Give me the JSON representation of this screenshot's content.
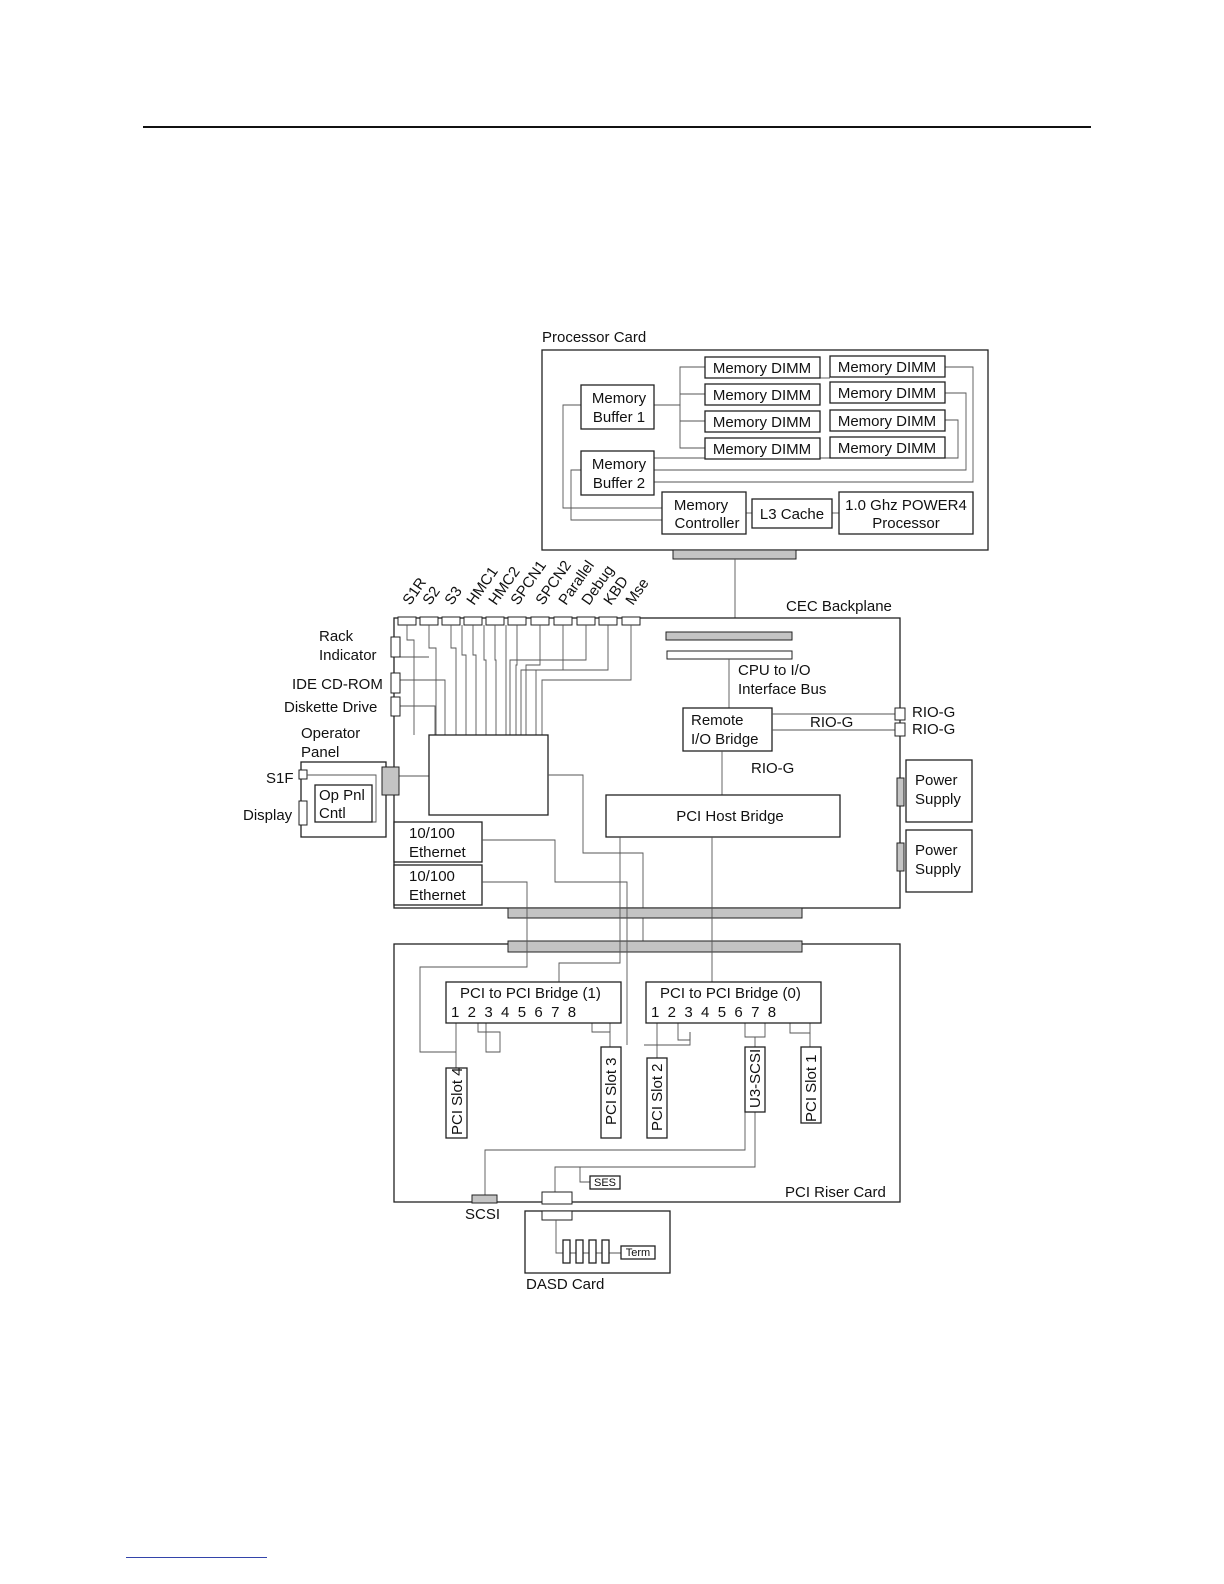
{
  "diagram": {
    "processor_card": {
      "title": "Processor Card",
      "dimm_label": "Memory DIMM",
      "memory_buffer_1": [
        "Memory",
        "Buffer 1"
      ],
      "memory_buffer_2": [
        "Memory",
        "Buffer 2"
      ],
      "memory_controller": [
        "Memory",
        "Controller"
      ],
      "l3_cache": "L3 Cache",
      "processor": [
        "1.0 Ghz POWER4",
        "Processor"
      ]
    },
    "cec_backplane": {
      "title": "CEC Backplane",
      "ports": [
        "S1R",
        "S2",
        "S3",
        "HMC1",
        "HMC2",
        "SPCN1",
        "SPCN2",
        "Parallel",
        "Debug",
        "KBD",
        "Mse"
      ],
      "rack_indicator": [
        "Rack",
        "Indicator"
      ],
      "ide_cdrom": "IDE CD-ROM",
      "diskette_drive": "Diskette Drive",
      "operator_panel": [
        "Operator",
        "Panel"
      ],
      "s1f": "S1F",
      "display": "Display",
      "op_pnl_cntl": [
        "Op Pnl",
        "Cntl"
      ],
      "cpu_to_io": [
        "CPU to I/O",
        "Interface Bus"
      ],
      "remote_io_bridge": [
        "Remote",
        "I/O Bridge"
      ],
      "rio_g": "RIO-G",
      "pci_host_bridge": "PCI Host Bridge",
      "power_supply": [
        "Power",
        "Supply"
      ],
      "ethernet": [
        "10/100",
        "Ethernet"
      ]
    },
    "pci_riser_card": {
      "title": "PCI Riser Card",
      "bridge_1": "PCI to PCI Bridge (1)",
      "bridge_0": "PCI to PCI Bridge (0)",
      "bridge_ports": "1  2  3  4  5  6  7  8",
      "slot_4": "PCI Slot 4",
      "slot_3": "PCI Slot 3",
      "slot_2": "PCI Slot 2",
      "u3_scsi": "U3-SCSI",
      "slot_1": "PCI Slot 1",
      "ses": "SES",
      "scsi": "SCSI"
    },
    "dasd_card": {
      "title": "DASD Card",
      "term": "Term"
    }
  }
}
